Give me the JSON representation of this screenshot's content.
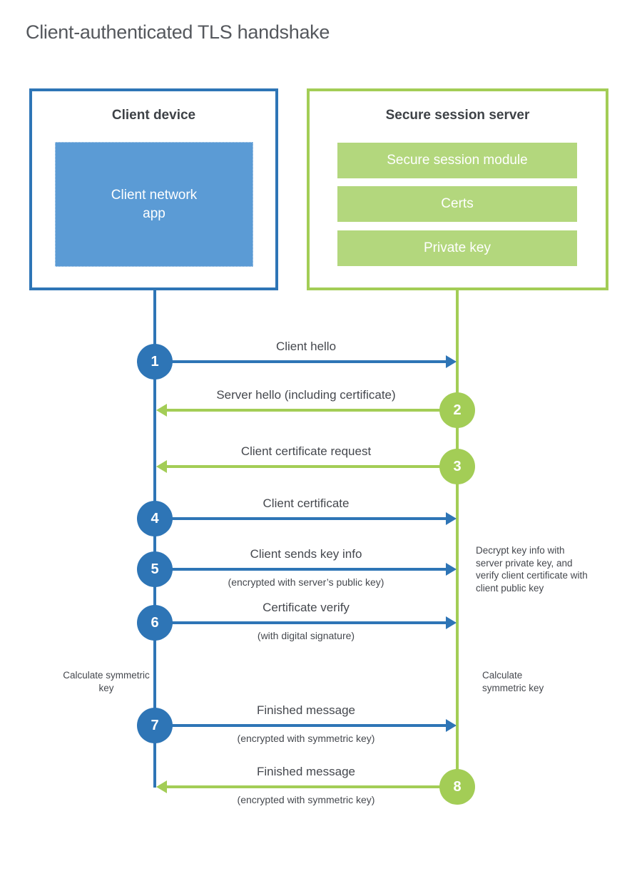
{
  "page": {
    "title": "Client-authenticated TLS handshake"
  },
  "client": {
    "heading": "Client device",
    "app_label": "Client network app"
  },
  "server": {
    "heading": "Secure session server",
    "modules": [
      "Secure session module",
      "Certs",
      "Private key"
    ]
  },
  "steps": [
    {
      "num": "1",
      "label": "Client hello",
      "direction": "client-to-server"
    },
    {
      "num": "2",
      "label": "Server hello (including certificate)",
      "direction": "server-to-client"
    },
    {
      "num": "3",
      "label": "Client certificate request",
      "direction": "server-to-client"
    },
    {
      "num": "4",
      "label": "Client certificate",
      "direction": "client-to-server"
    },
    {
      "num": "5",
      "label": "Client sends key info",
      "sub": "(encrypted with server’s public key)",
      "direction": "client-to-server"
    },
    {
      "num": "6",
      "label": "Certificate verify",
      "sub": "(with digital signature)",
      "direction": "client-to-server"
    },
    {
      "num": "7",
      "label": "Finished message",
      "sub": "(encrypted with symmetric key)",
      "direction": "client-to-server"
    },
    {
      "num": "8",
      "label": "Finished message",
      "sub": "(encrypted with symmetric key)",
      "direction": "server-to-client"
    }
  ],
  "notes": {
    "decrypt": "Decrypt key info with server private key, and verify client certificate with client public key",
    "calculate_client": "Calculate symmetric key",
    "calculate_server": "Calculate symmetric key"
  },
  "colors": {
    "blue": "#2e75b6",
    "blue_fill": "#5b9bd5",
    "green": "#a3cd56",
    "green_fill": "#b3d77d"
  }
}
